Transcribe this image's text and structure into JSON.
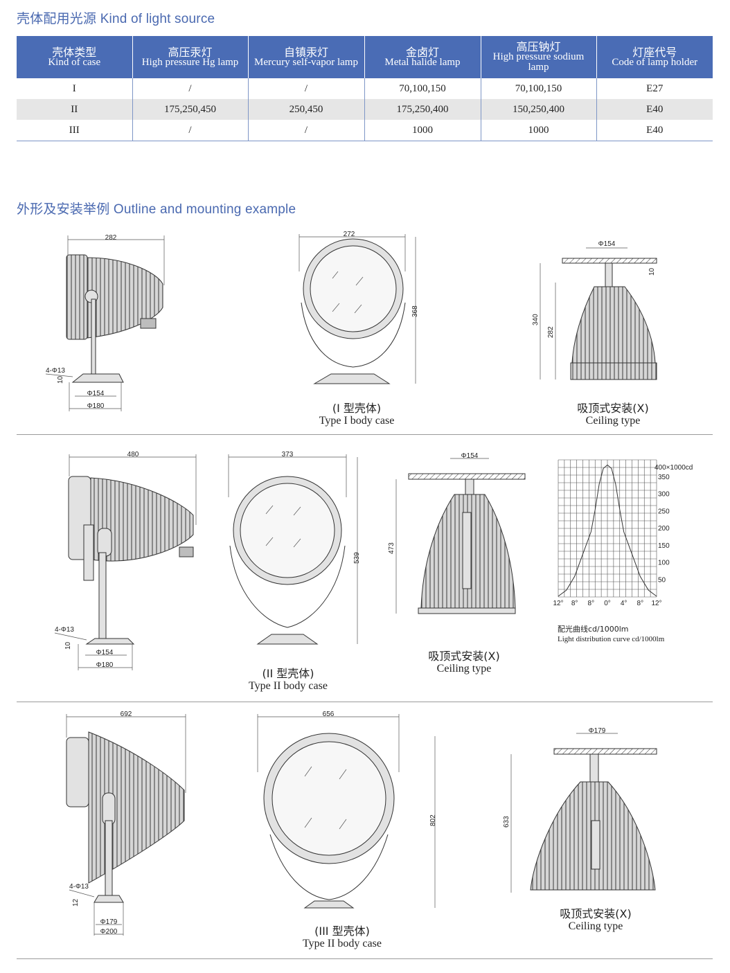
{
  "section1": {
    "title_cn": "壳体配用光源",
    "title_en": "Kind of light source"
  },
  "table": {
    "headers": [
      {
        "cn": "壳体类型",
        "en": "Kind of case"
      },
      {
        "cn": "高压汞灯",
        "en": "High pressure Hg lamp"
      },
      {
        "cn": "自镇汞灯",
        "en": "Mercury self-vapor lamp"
      },
      {
        "cn": "金卤灯",
        "en": "Metal halide lamp"
      },
      {
        "cn": "高压钠灯",
        "en": "High pressure sodium lamp"
      },
      {
        "cn": "灯座代号",
        "en": "Code of lamp holder"
      }
    ],
    "rows": [
      [
        "I",
        "/",
        "/",
        "70,100,150",
        "70,100,150",
        "E27"
      ],
      [
        "II",
        "175,250,450",
        "250,450",
        "175,250,400",
        "150,250,400",
        "E40"
      ],
      [
        "III",
        "/",
        "/",
        "1000",
        "1000",
        "E40"
      ]
    ]
  },
  "section2": {
    "title_cn": "外形及安装举例",
    "title_en": "Outline and mounting example"
  },
  "row1": {
    "side": {
      "width": "282",
      "holes": "4-Φ13",
      "base_h": "10",
      "d1": "Φ154",
      "d2": "Φ180"
    },
    "front": {
      "width": "272",
      "height": "368"
    },
    "ceiling": {
      "d": "Φ154",
      "plate": "10",
      "h_total": "340",
      "h_body": "282"
    },
    "caption_front": {
      "cn": "(I 型壳体)",
      "en": "Type I body case"
    },
    "caption_ceiling": {
      "cn": "吸顶式安装(X)",
      "en": "Ceiling type"
    }
  },
  "row2": {
    "side": {
      "width": "480",
      "holes": "4-Φ13",
      "base_h": "10",
      "d1": "Φ154",
      "d2": "Φ180"
    },
    "front": {
      "width": "373",
      "height": "539"
    },
    "ceiling": {
      "d": "Φ154",
      "h_total": "473"
    },
    "caption_front": {
      "cn": "(II 型壳体)",
      "en": "Type II body case"
    },
    "caption_ceiling": {
      "cn": "吸顶式安装(X)",
      "en": "Ceiling type"
    },
    "curve_note": {
      "cn": "配光曲线cd/1000lm",
      "en": "Light distribution curve cd/1000lm"
    }
  },
  "row3": {
    "side": {
      "width": "692",
      "holes": "4-Φ13",
      "base_h": "12",
      "d1": "Φ179",
      "d2": "Φ200"
    },
    "front": {
      "width": "656",
      "height": "802"
    },
    "ceiling": {
      "d": "Φ179",
      "h_total": "633"
    },
    "caption_front": {
      "cn": "(III 型壳体)",
      "en": "Type II body case"
    },
    "caption_ceiling": {
      "cn": "吸顶式安装(X)",
      "en": "Ceiling type"
    }
  },
  "chart_data": {
    "type": "line",
    "title": "",
    "xlabel": "",
    "ylabel": "",
    "y_unit_label": "400×1000cd",
    "y_ticks": [
      350,
      300,
      250,
      200,
      150,
      100,
      50
    ],
    "x_ticks": [
      "12°",
      "8°",
      "8°",
      "0°",
      "4°",
      "8°",
      "12°"
    ],
    "ylim": [
      0,
      400
    ],
    "grid": true,
    "series": [
      {
        "x": [
          -12,
          -10,
          -8,
          -6,
          -4,
          -3,
          -2,
          -1,
          0,
          1,
          2,
          3,
          4,
          6,
          8,
          10,
          12
        ],
        "values": [
          2,
          20,
          60,
          125,
          190,
          255,
          330,
          375,
          385,
          375,
          330,
          255,
          190,
          125,
          60,
          20,
          2
        ]
      }
    ]
  }
}
